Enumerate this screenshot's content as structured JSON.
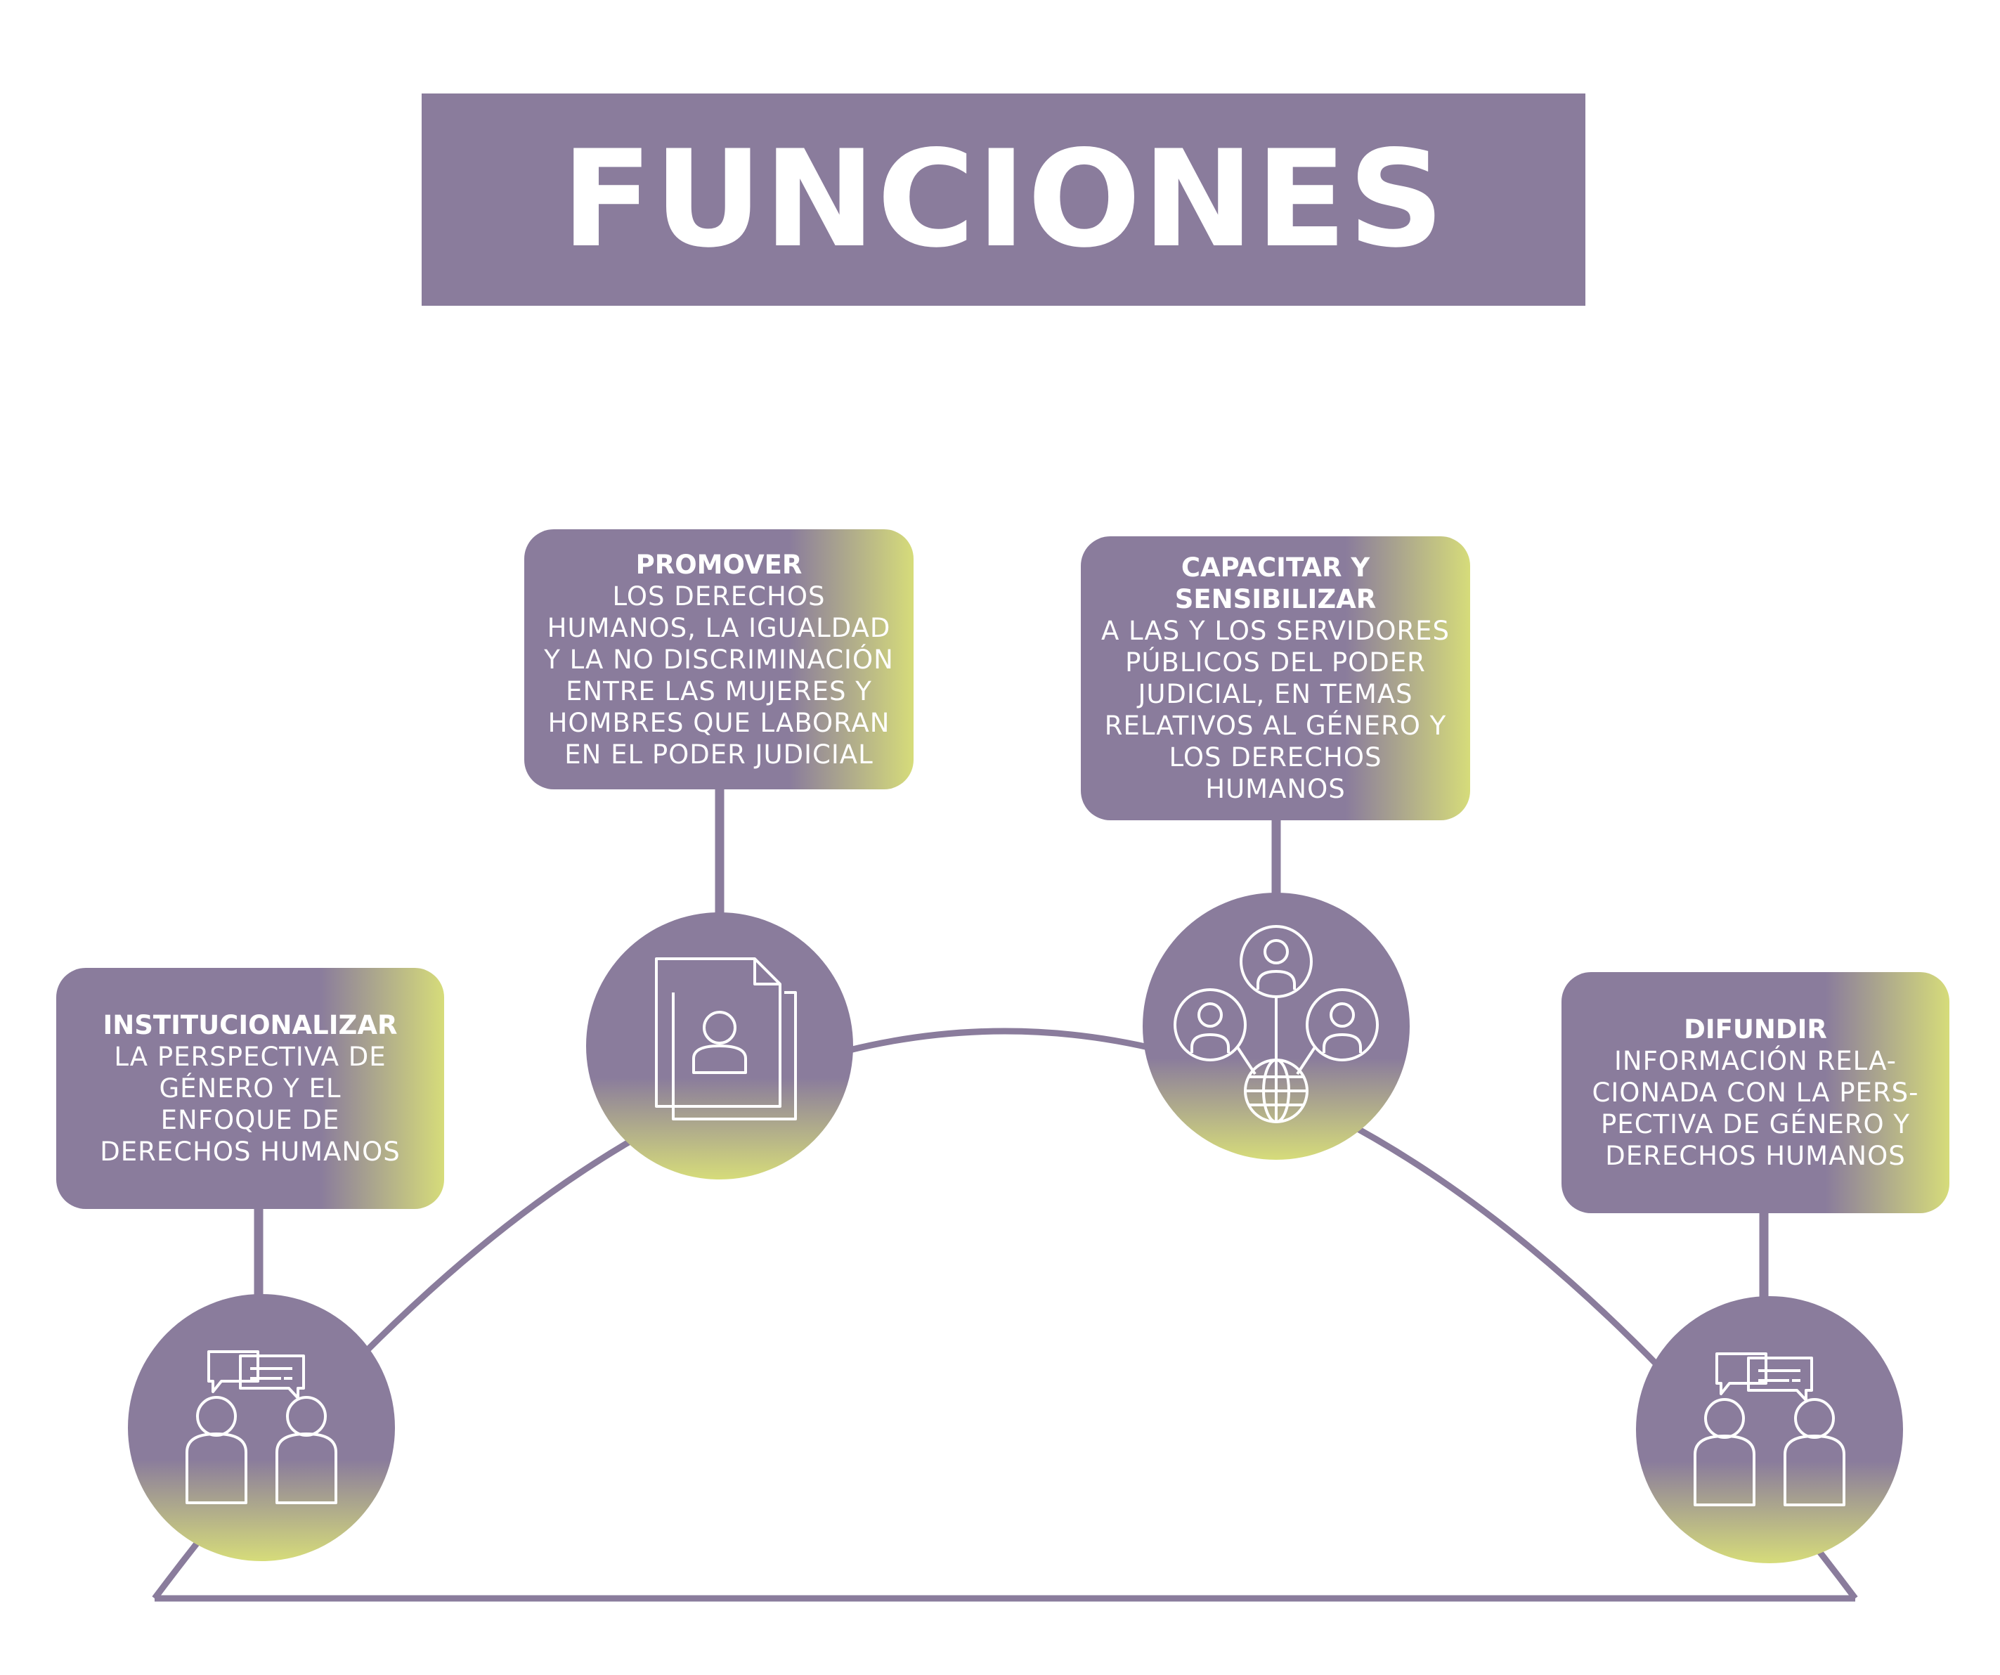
{
  "title": "FUNCIONES",
  "colors": {
    "primary": "#8a7c9c",
    "accent": "#d6dc7a",
    "text": "#ffffff",
    "line": "#8a7c9c"
  },
  "functions": [
    {
      "heading": "INSTITUCIONALIZAR",
      "lines": [
        "LA PERSPECTIVA DE",
        "GÉNERO Y EL",
        "ENFOQUE DE",
        "DERECHOS HUMANOS"
      ],
      "icon": "conversation-people-icon"
    },
    {
      "heading": "PROMOVER",
      "lines": [
        "LOS DERECHOS",
        "HUMANOS, LA IGUALDAD",
        "Y LA NO DISCRIMINACIÓN",
        "ENTRE LAS MUJERES Y",
        "HOMBRES QUE LABORAN",
        "EN EL PODER JUDICIAL"
      ],
      "icon": "user-document-icon"
    },
    {
      "heading_lines": [
        "CAPACITAR Y",
        "SENSIBILIZAR"
      ],
      "lines": [
        "A LAS Y LOS SERVIDORES",
        "PÚBLICOS DEL PODER",
        "JUDICIAL, EN TEMAS",
        "RELATIVOS AL GÉNERO Y",
        "LOS DERECHOS",
        "HUMANOS"
      ],
      "icon": "global-network-icon"
    },
    {
      "heading": "DIFUNDIR",
      "lines": [
        "INFORMACIÓN RELA-",
        "CIONADA CON LA PERS-",
        "PECTIVA DE GÉNERO Y",
        "DERECHOS HUMANOS"
      ],
      "icon": "conversation-people-icon"
    }
  ]
}
